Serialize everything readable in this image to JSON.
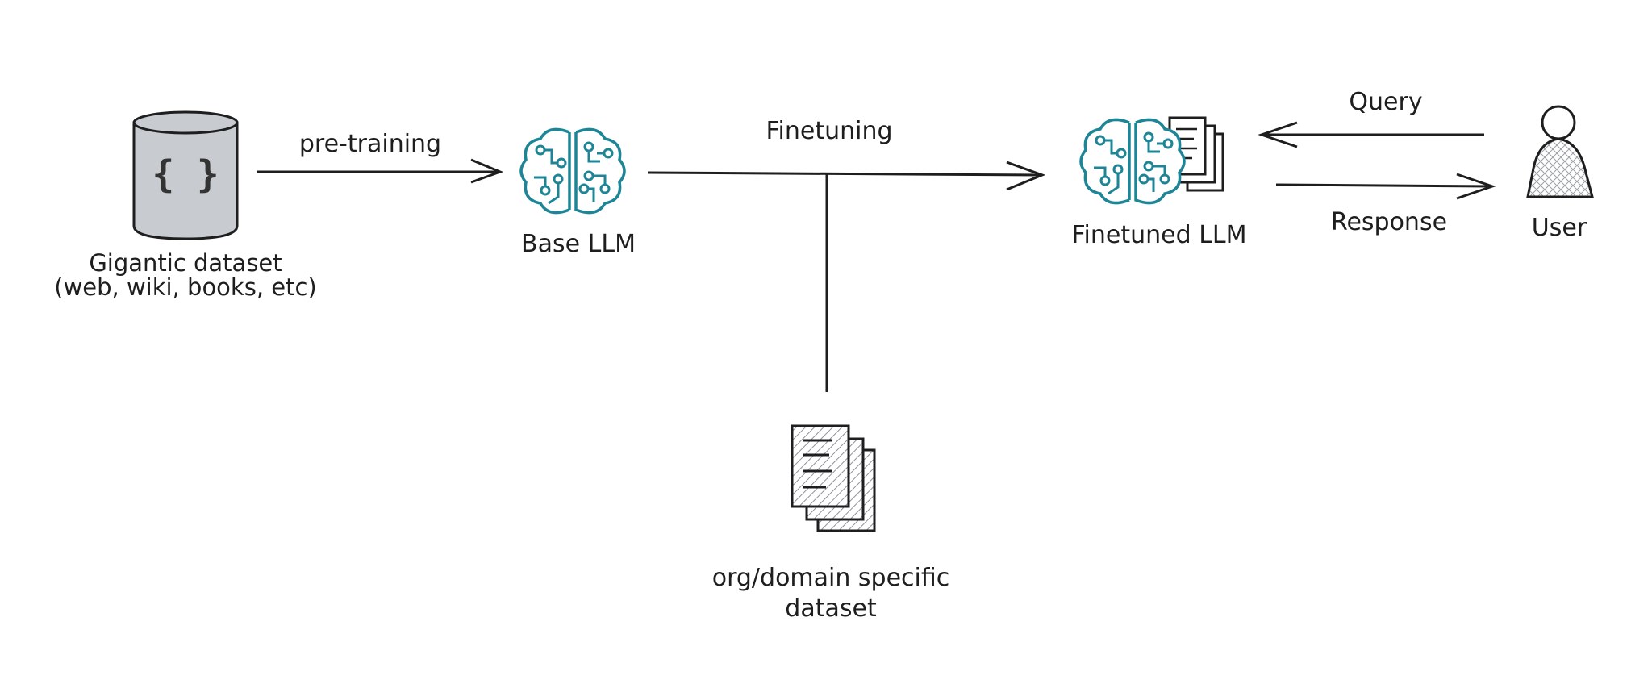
{
  "colors": {
    "stroke": "#1e1e1e",
    "teal": "#1d8596",
    "cylinder_fill": "#c8ccd1",
    "hatch": "#9aa0a6"
  },
  "nodes": {
    "dataset": {
      "icon": "database-cylinder-icon",
      "glyph": "{ }",
      "label_line1": "Gigantic dataset",
      "label_line2": "(web, wiki, books, etc)"
    },
    "base_llm": {
      "icon": "brain-circuit-icon",
      "label": "Base LLM"
    },
    "finetuned_llm": {
      "icon": "brain-circuit-with-documents-icon",
      "label": "Finetuned LLM"
    },
    "user": {
      "icon": "user-icon",
      "label": "User"
    },
    "domain_dataset": {
      "icon": "documents-stack-icon",
      "label_line1": "org/domain specific",
      "label_line2": "dataset"
    }
  },
  "edges": {
    "pretraining": "pre-training",
    "finetuning": "Finetuning",
    "query": "Query",
    "response": "Response"
  }
}
